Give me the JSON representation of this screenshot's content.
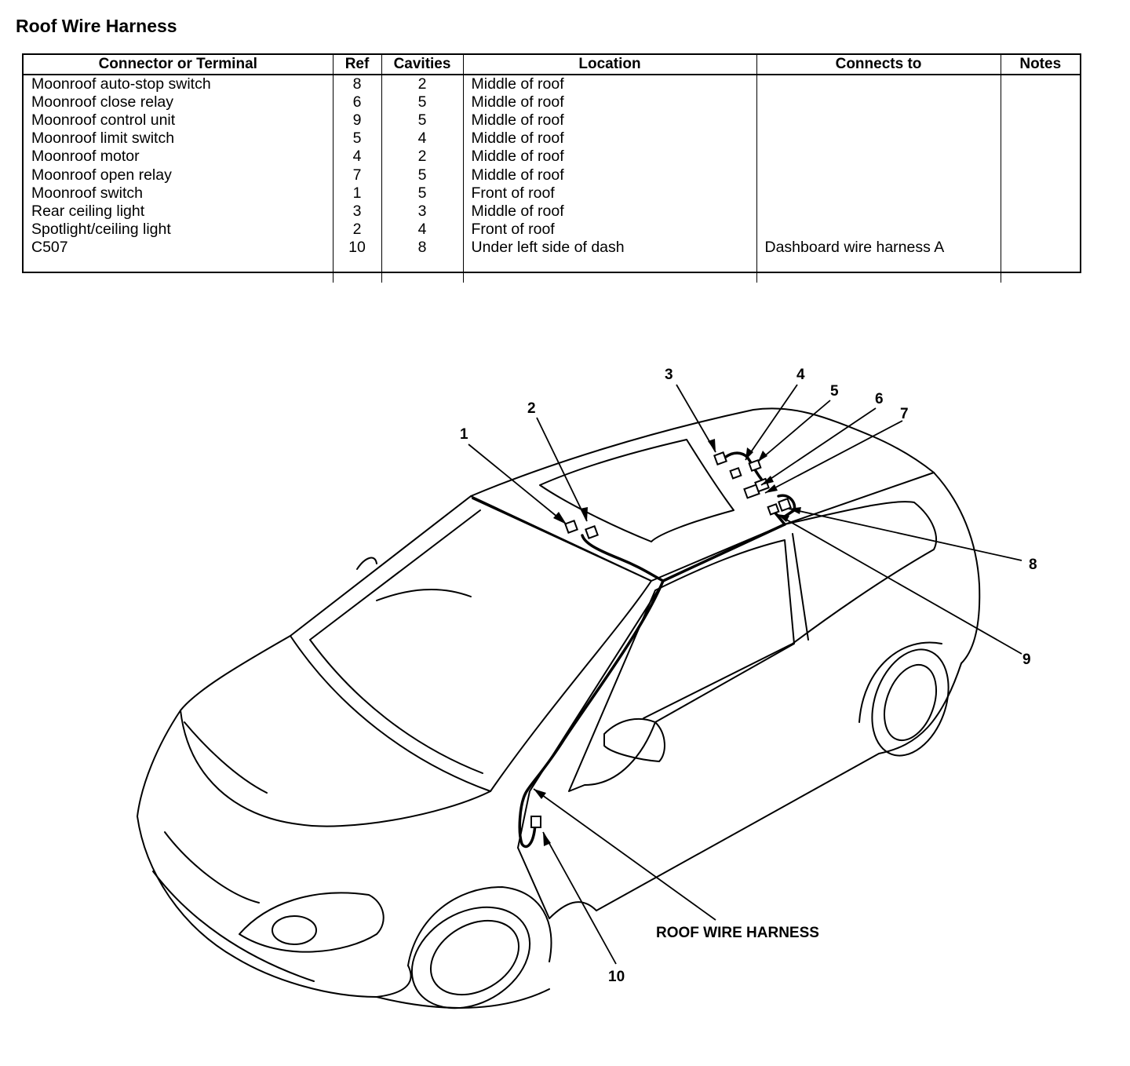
{
  "title": "Roof Wire Harness",
  "table": {
    "headers": [
      "Connector or Terminal",
      "Ref",
      "Cavities",
      "Location",
      "Connects to",
      "Notes"
    ],
    "rows": [
      [
        "Moonroof auto-stop switch",
        "8",
        "2",
        "Middle of roof",
        "",
        ""
      ],
      [
        "Moonroof close relay",
        "6",
        "5",
        "Middle of roof",
        "",
        ""
      ],
      [
        "Moonroof control unit",
        "9",
        "5",
        "Middle of roof",
        "",
        ""
      ],
      [
        "Moonroof limit switch",
        "5",
        "4",
        "Middle of roof",
        "",
        ""
      ],
      [
        "Moonroof motor",
        "4",
        "2",
        "Middle of roof",
        "",
        ""
      ],
      [
        "Moonroof open relay",
        "7",
        "5",
        "Middle of roof",
        "",
        ""
      ],
      [
        "Moonroof switch",
        "1",
        "5",
        "Front of roof",
        "",
        ""
      ],
      [
        "Rear ceiling light",
        "3",
        "3",
        "Middle of roof",
        "",
        ""
      ],
      [
        "Spotlight/ceiling light",
        "2",
        "4",
        "Front of roof",
        "",
        ""
      ],
      [
        "C507",
        "10",
        "8",
        "Under left side of dash",
        "Dashboard wire harness A",
        ""
      ]
    ]
  },
  "diagram": {
    "callouts": [
      "1",
      "2",
      "3",
      "4",
      "5",
      "6",
      "7",
      "8",
      "9",
      "10"
    ],
    "harness_label": "ROOF WIRE HARNESS"
  }
}
